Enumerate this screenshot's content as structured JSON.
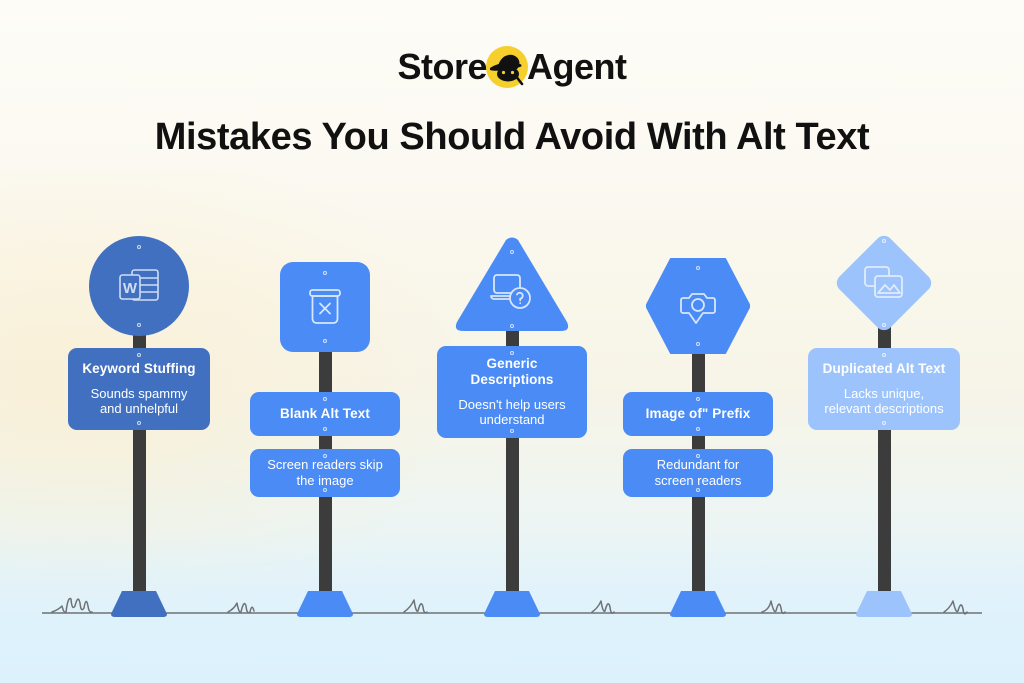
{
  "header": {
    "logo": {
      "word_left": "Store",
      "word_right": "Agent",
      "mark_name": "detective-logo-icon",
      "mark_circle_color": "#f5cf2c",
      "mark_figure_color": "#111111",
      "mark_accent_color": "#5ecbd8"
    },
    "title": "Mistakes You Should Avoid With Alt Text"
  },
  "colors": {
    "background_top": "#fdfcf7",
    "background_bottom": "#e4f2fa",
    "pole": "#3c3c3c",
    "ground_line": "#6f7275",
    "sign_deep_blue": "#4270c0",
    "sign_mid_blue": "#4a8bf5",
    "sign_light_blue": "#9cc3fb",
    "text_on_sign": "#ffffff",
    "title_text": "#111111"
  },
  "signs": [
    {
      "id": "keyword-stuffing",
      "head_shape": "circle",
      "icon": "word-document-icon",
      "color": "deep",
      "plates": [
        {
          "title": "Keyword Stuffing",
          "sub": "Sounds spammy\nand unhelpful"
        }
      ]
    },
    {
      "id": "blank-alt-text",
      "head_shape": "rounded-square",
      "icon": "image-x-icon",
      "color": "mid",
      "plates": [
        {
          "title": "Blank Alt Text",
          "sub": ""
        },
        {
          "title": "",
          "sub": "Screen readers skip\nthe image"
        }
      ]
    },
    {
      "id": "generic-descriptions",
      "head_shape": "triangle",
      "icon": "laptop-question-icon",
      "color": "mid",
      "plates": [
        {
          "title": "Generic\nDescriptions",
          "sub": "Doesn't help users\nunderstand"
        }
      ]
    },
    {
      "id": "image-of-prefix",
      "head_shape": "hexagon",
      "icon": "camera-pin-icon",
      "color": "mid",
      "plates": [
        {
          "title": "Image of\" Prefix",
          "sub": ""
        },
        {
          "title": "",
          "sub": "Redundant for\nscreen readers"
        }
      ]
    },
    {
      "id": "duplicated-alt-text",
      "head_shape": "diamond",
      "icon": "duplicate-images-icon",
      "color": "light",
      "plates": [
        {
          "title": "Duplicated Alt Text",
          "sub": "Lacks unique,\nrelevant descriptions"
        }
      ]
    }
  ],
  "ground": {
    "line_label": "ground-line",
    "grass_tuft_count": 6
  }
}
